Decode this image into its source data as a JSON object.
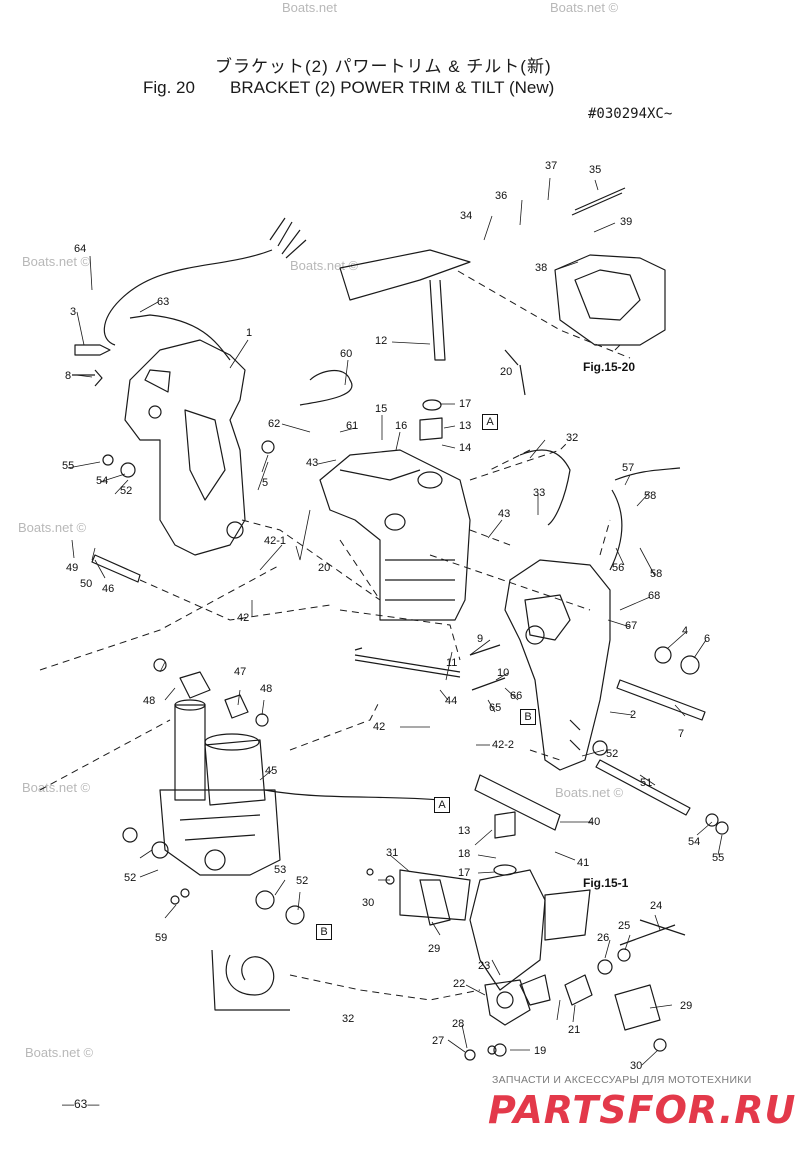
{
  "header": {
    "title_jp": "ブラケット(2) パワートリム & チルト(新)",
    "fig_label": "Fig. 20",
    "title_en": "BRACKET (2) POWER TRIM & TILT (New)",
    "serial": "#030294XC~"
  },
  "watermarks": [
    "Boats.net",
    "Boats.net ©",
    "Boats.net ©",
    "Boats.net ©",
    "Boats.net ©",
    "Boats.net ©",
    "Boats.net ©",
    "Boats.net ©"
  ],
  "callouts": [
    "1",
    "2",
    "3",
    "4",
    "5",
    "6",
    "7",
    "8",
    "9",
    "10",
    "11",
    "12",
    "13",
    "14",
    "15",
    "16",
    "17",
    "18",
    "19",
    "20",
    "21",
    "22",
    "23",
    "24",
    "25",
    "26",
    "27",
    "28",
    "29",
    "30",
    "31",
    "32",
    "33",
    "35",
    "36",
    "37",
    "38",
    "39",
    "40",
    "41",
    "42",
    "42-1",
    "42-2",
    "43",
    "44",
    "45",
    "46",
    "47",
    "48",
    "49",
    "50",
    "51",
    "52",
    "53",
    "54",
    "55",
    "56",
    "57",
    "58",
    "59",
    "60",
    "61",
    "62",
    "63",
    "64",
    "65",
    "66",
    "67",
    "68",
    "34"
  ],
  "callout_extra": [
    "20",
    "13",
    "17",
    "52",
    "52",
    "48",
    "43",
    "29",
    "30",
    "32",
    "58",
    "54",
    "55",
    "52",
    "42"
  ],
  "references": [
    "Fig.15-20",
    "Fig.15-1"
  ],
  "box_labels": [
    "A",
    "A",
    "B",
    "B"
  ],
  "footer": {
    "page": "—63—",
    "shop_note": "ЗАПЧАСТИ И АКСЕССУАРЫ ДЛЯ МОТОТЕХНИКИ",
    "shop_logo": "PARTSFOR.RU"
  },
  "colors": {
    "line": "#1a1a1a",
    "watermark": "#b8b8b8",
    "logo_red": "#e3394a"
  }
}
